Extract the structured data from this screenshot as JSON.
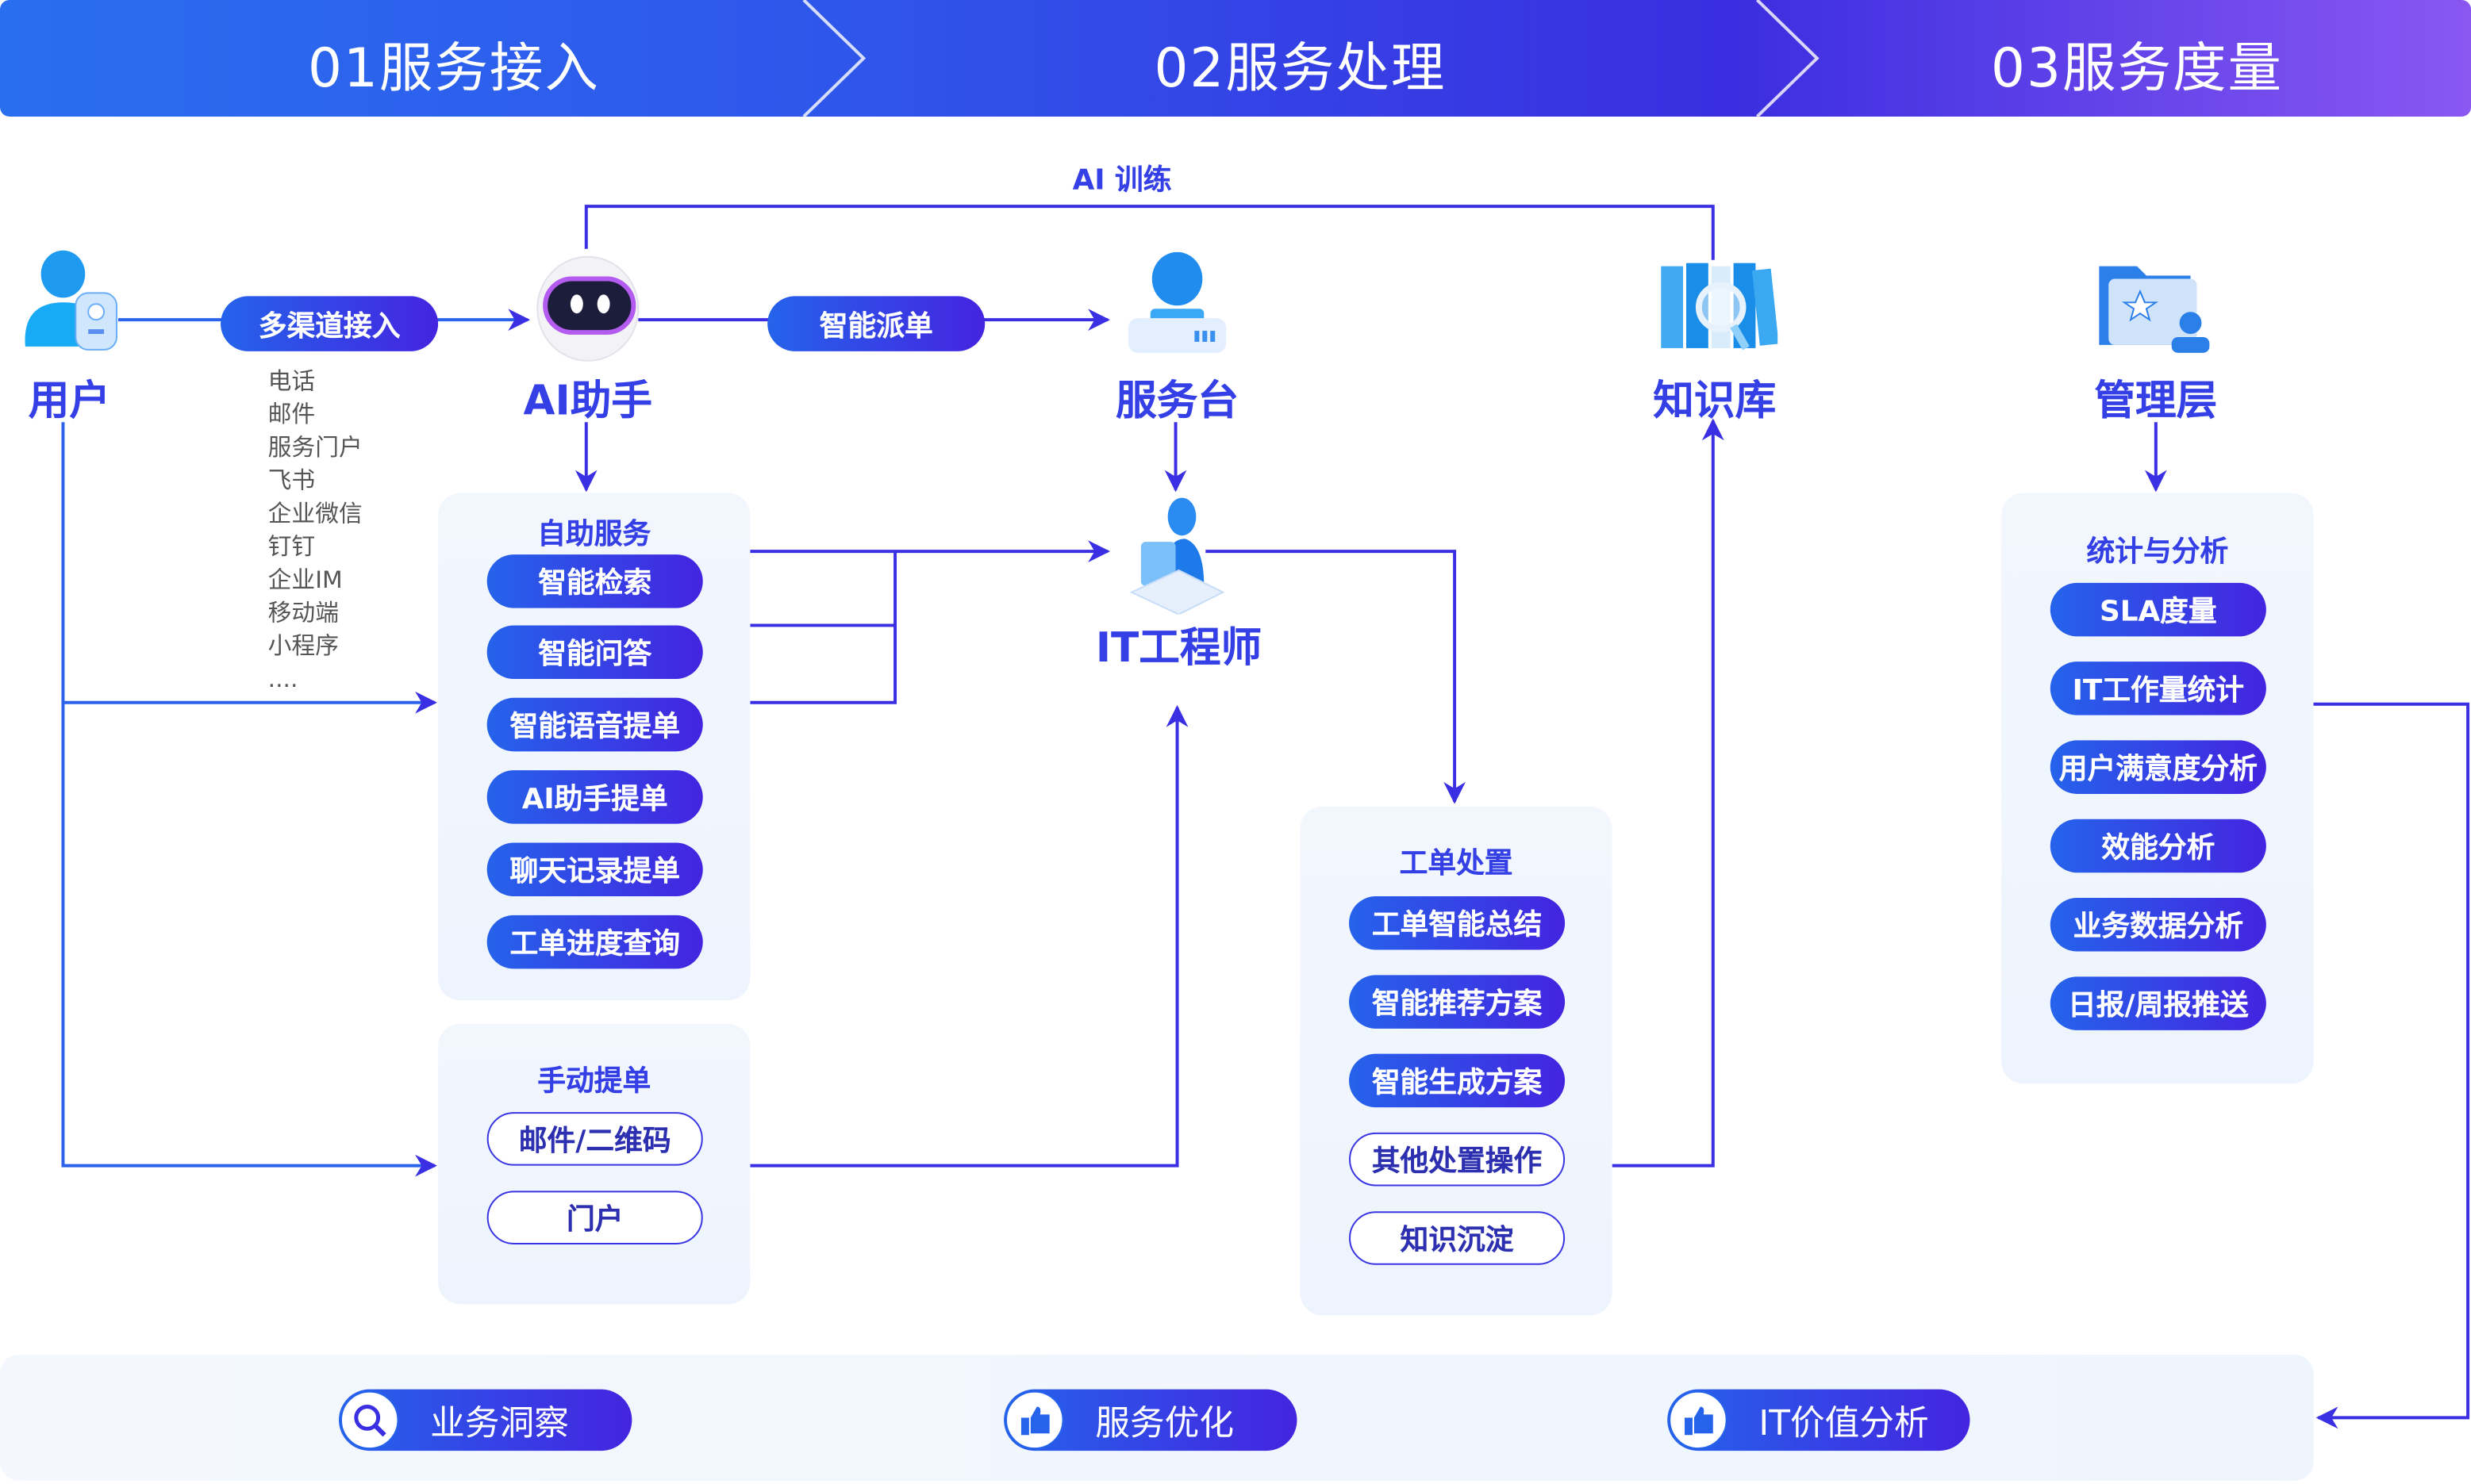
{
  "header": {
    "stages": [
      "01服务接入",
      "02服务处理",
      "03服务度量"
    ]
  },
  "ai_training_label": "AI 训练",
  "nodes": {
    "user": "用户",
    "ai_assistant": "AI助手",
    "service_desk": "服务台",
    "knowledge_base": "知识库",
    "management": "管理层",
    "it_engineer": "IT工程师"
  },
  "edge_labels": {
    "multichannel": "多渠道接入",
    "dispatch": "智能派单"
  },
  "channels": [
    "电话",
    "邮件",
    "服务门户",
    "飞书",
    "企业微信",
    "钉钉",
    "企业IM",
    "移动端",
    "小程序",
    "...."
  ],
  "self_service": {
    "title": "自助服务",
    "items": [
      "智能检索",
      "智能问答",
      "智能语音提单",
      "AI助手提单",
      "聊天记录提单",
      "工单进度查询"
    ]
  },
  "manual": {
    "title": "手动提单",
    "items": [
      "邮件/二维码",
      "门户"
    ]
  },
  "ticket_handling": {
    "title": "工单处置",
    "items": [
      "工单智能总结",
      "智能推荐方案",
      "智能生成方案",
      "其他处置操作",
      "知识沉淀"
    ]
  },
  "analytics": {
    "title": "统计与分析",
    "items": [
      "SLA度量",
      "IT工作量统计",
      "用户满意度分析",
      "效能分析",
      "业务数据分析",
      "日报/周报推送"
    ]
  },
  "outcomes": [
    {
      "label": "业务洞察",
      "icon": "magnifier-icon"
    },
    {
      "label": "服务优化",
      "icon": "thumbs-up-icon"
    },
    {
      "label": "IT价值分析",
      "icon": "thumbs-up-icon"
    }
  ],
  "colors": {
    "accent": "#2563eb",
    "accent_end": "#4424e0",
    "line": "#3a2fe2",
    "label": "#3440e6"
  }
}
